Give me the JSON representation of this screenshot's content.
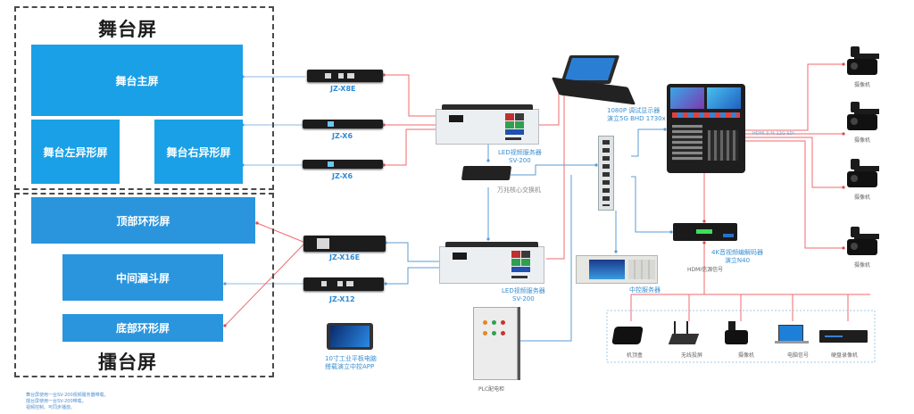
{
  "stage_group": {
    "title": "舞台屏",
    "screens": [
      {
        "id": "main",
        "label": "舞台主屏"
      },
      {
        "id": "left",
        "label": "舞台左异形屏"
      },
      {
        "id": "right",
        "label": "舞台右异形屏"
      }
    ]
  },
  "arena_group": {
    "title": "擂台屏",
    "screens": [
      {
        "id": "top",
        "label": "顶部环形屏"
      },
      {
        "id": "middle",
        "label": "中间漏斗屏"
      },
      {
        "id": "bottom",
        "label": "底部环形屏"
      }
    ]
  },
  "processors": [
    {
      "label": "JZ-X8E"
    },
    {
      "label": "JZ-X6"
    },
    {
      "label": "JZ-X6"
    },
    {
      "label": "JZ-X16E"
    },
    {
      "label": "JZ-X12"
    }
  ],
  "servers": {
    "upper": {
      "line1": "LED视频服务器",
      "line2": "SV-200"
    },
    "lower": {
      "line1": "LED视频服务器",
      "line2": "SV-200"
    }
  },
  "core_switch": {
    "label": "万兆核心交换机"
  },
  "console": {
    "line1": "1080P 调试显示器",
    "line2": "演立5G BHD 1730x"
  },
  "switcher_link_label": "HDMI 3.4t 12G SDI",
  "encoder": {
    "line1": "4K音视频编解码器",
    "line2": "演立N40"
  },
  "hdmi_signal_label": "HDMI信源信号",
  "media_server_label": "中控服务器",
  "tablet": {
    "line1": "10寸工业平板电脑",
    "line2": "搭载演立中控APP"
  },
  "plc": {
    "label": "PLC配电柜"
  },
  "cameras": [
    {
      "label": "摄像机"
    },
    {
      "label": "摄像机"
    },
    {
      "label": "摄像机"
    },
    {
      "label": "摄像机"
    }
  ],
  "sources": [
    {
      "label": "机顶盒",
      "icon": "set-top-box-icon"
    },
    {
      "label": "无线投屏",
      "icon": "wireless-router-icon"
    },
    {
      "label": "摄像机",
      "icon": "camera-icon"
    },
    {
      "label": "电脑信号",
      "icon": "laptop-icon"
    },
    {
      "label": "硬盘录像机",
      "icon": "dvr-icon"
    }
  ],
  "notes": [
    "舞台屏使用一台SV-200视频服务器带载，",
    "擂台屏使用一台SV-200带载，",
    "视频控制、可同步播放。"
  ],
  "colors": {
    "screen_blue": "#1aa0e6",
    "signal_red": "#f0686c",
    "network_blue": "#5b9bd5",
    "label_blue": "#3a8fd0"
  }
}
